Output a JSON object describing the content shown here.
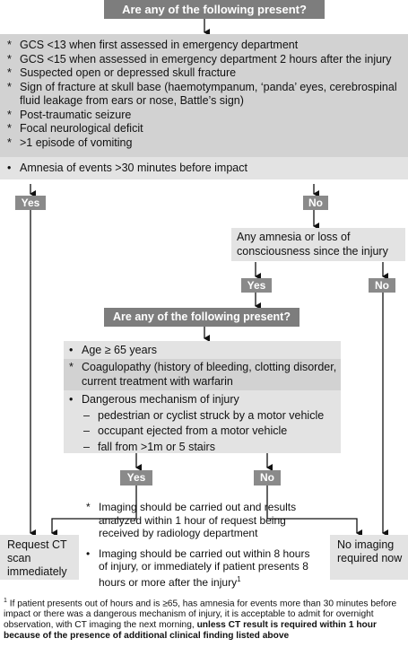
{
  "q1": {
    "title": "Are any of the following present?",
    "items": [
      {
        "marker": "*",
        "text": "GCS <13 when first assessed in emergency department"
      },
      {
        "marker": "*",
        "text": "GCS <15 when assessed in emergency department 2 hours after the injury"
      },
      {
        "marker": "*",
        "text": "Suspected open or depressed skull fracture"
      },
      {
        "marker": "*",
        "text": "Sign of fracture at skull base (haemotympanum, ‘panda’ eyes, cerebrospinal fluid leakage from ears or nose, Battle’s sign)"
      },
      {
        "marker": "*",
        "text": "Post-traumatic seizure"
      },
      {
        "marker": "*",
        "text": "Focal neurological deficit"
      },
      {
        "marker": "*",
        "text": ">1 episode of vomiting"
      }
    ],
    "amnesia": {
      "marker": "•",
      "text": "Amnesia of events >30 minutes before impact"
    }
  },
  "yes1": "Yes",
  "no1": "No",
  "amnesia_q": "Any amnesia or loss of consciousness since the injury",
  "yes2": "Yes",
  "no2": "No",
  "q2": {
    "title": "Are any of the following present?",
    "age": {
      "marker": "•",
      "text": "Age ≥ 65 years"
    },
    "coag": {
      "marker": "*",
      "text": "Coagulopathy (history of bleeding, clotting disorder, current treatment with warfarin"
    },
    "mech": {
      "marker": "•",
      "text": "Dangerous mechanism of injury"
    },
    "mech_items": [
      {
        "marker": "–",
        "text": "pedestrian or cyclist struck by a motor vehicle"
      },
      {
        "marker": "–",
        "text": "occupant ejected from a motor vehicle"
      },
      {
        "marker": "–",
        "text": "fall from >1m or 5 stairs"
      }
    ]
  },
  "yes3": "Yes",
  "no3": "No",
  "notes": [
    {
      "marker": "*",
      "text": "Imaging should be carried out and results analyzed within 1 hour of request being received by radiology department"
    },
    {
      "marker": "•",
      "text": "Imaging should be carried out within 8 hours of injury, or immediately if patient presents 8 hours or more after the injury",
      "sup": "1"
    }
  ],
  "request": "Request CT scan immediately",
  "no_imaging": "No imaging required now",
  "footnote": {
    "sup": "1",
    "text": "If patient presents out of hours and is ≥65, has amnesia for events more than 30 minutes before impact or there was a dangerous mechanism of injury, it is acceptable to admit for overnight observation, with CT imaging the next morning,",
    "bold": "unless CT result is required within 1 hour because of the presence of additional clinical finding listed above"
  }
}
